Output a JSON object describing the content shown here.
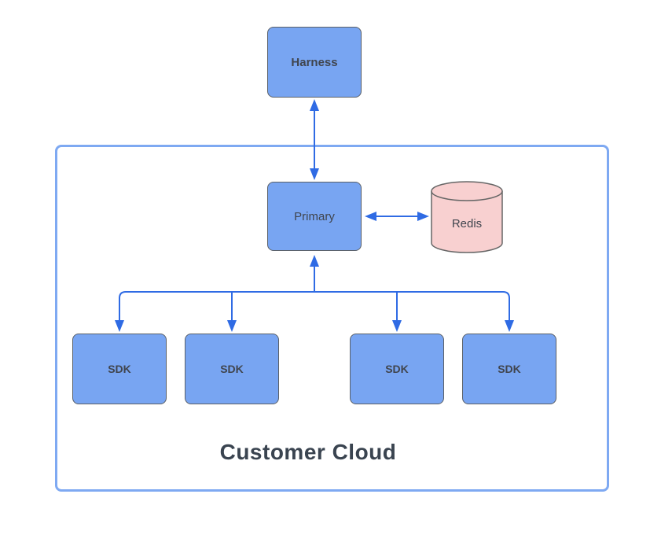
{
  "nodes": {
    "harness": "Harness",
    "primary": "Primary",
    "redis": "Redis",
    "sdks": [
      "SDK",
      "SDK",
      "SDK",
      "SDK"
    ],
    "container_label": "Customer Cloud"
  },
  "edges": [
    {
      "name": "harness-primary",
      "type": "bidirectional-vertical"
    },
    {
      "name": "primary-redis",
      "type": "bidirectional-horizontal"
    },
    {
      "name": "sdks-bus",
      "type": "branch",
      "description": "up arrow into Primary, down arrows into each SDK"
    }
  ],
  "colors": {
    "node_fill": "#78a5f2",
    "node_border": "#5a6068",
    "redis_fill": "#f8d0d0",
    "redis_border": "#666666",
    "container_border": "#7ea9f2",
    "arrow_color": "#2f6be4",
    "label_color": "#40454e",
    "title_color": "#3a4450"
  }
}
